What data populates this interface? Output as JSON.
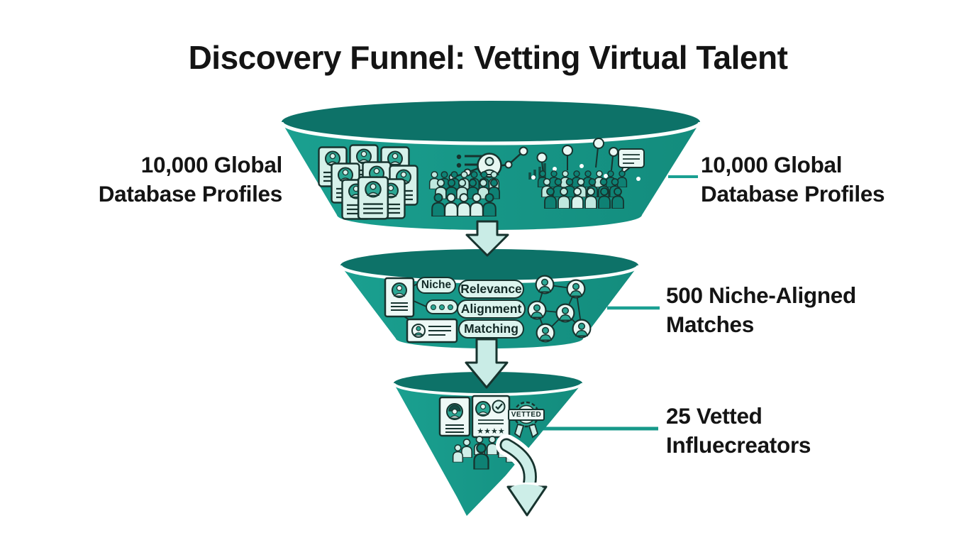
{
  "title": "Discovery Funnel: Vetting Virtual Talent",
  "labels": {
    "stage1_left": {
      "line1": "10,000 Global",
      "line2": "Database Profiles"
    },
    "stage1_right": {
      "line1": "10,000 Global",
      "line2": "Database Profiles"
    },
    "stage2_right": {
      "line1": "500 Niche-Aligned",
      "line2": "Matches"
    },
    "stage3_right": {
      "line1": "25 Vetted",
      "line2": "Influecreators"
    }
  },
  "funnel": {
    "stage2": {
      "tag": "Niche",
      "pills": [
        "Relevance",
        "Alignment",
        "Matching"
      ]
    },
    "stage3": {
      "badge": "VETTED",
      "stars": "★★★★"
    }
  },
  "icons": {
    "stage1": [
      "profile-card-stack-icon",
      "analytics-growth-chart-icon",
      "audience-crowd-icon",
      "network-pins-crowd-icon",
      "speech-bubble-icon"
    ],
    "stage2": [
      "profile-card-icon",
      "dots-pill-icon",
      "mini-profile-card-icon",
      "connection-network-icon"
    ],
    "stage3": [
      "female-profile-card-icon",
      "rated-profile-card-icon",
      "vetted-badge-icon",
      "team-group-icon",
      "curved-down-arrow-icon"
    ],
    "between_stages": [
      "down-arrow-icon",
      "down-arrow-icon"
    ]
  },
  "colors": {
    "background": "#ffffff",
    "funnel_body": "#179385",
    "funnel_rim": "#0d7268",
    "rim_highlight": "#ffffff",
    "accent_mint": "#cdeee8",
    "outline": "#17332e",
    "connector": "#1aa092",
    "text": "#141414"
  }
}
